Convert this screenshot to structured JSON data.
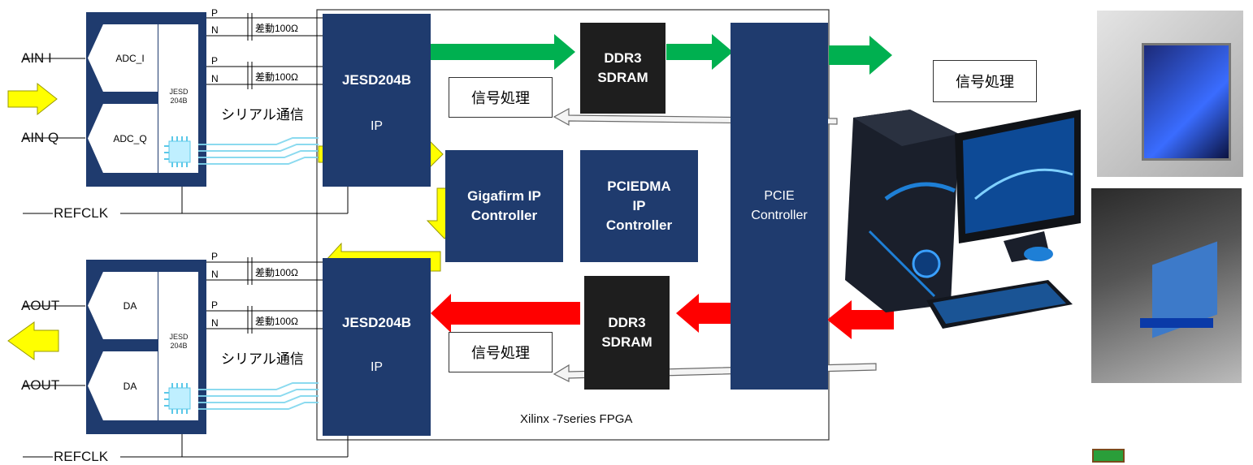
{
  "inputs": {
    "ain_i": "AIN I",
    "ain_q": "AIN Q",
    "refclk": "REFCLK"
  },
  "outputs": {
    "aout_1": "AOUT",
    "aout_2": "AOUT",
    "refclk": "REFCLK"
  },
  "adc_block": {
    "adc_i": "ADC_I",
    "adc_q": "ADC_Q",
    "jesd": "JESD\n204B"
  },
  "dac_block": {
    "da_1": "DA",
    "da_2": "DA",
    "jesd": "JESD\n204B"
  },
  "lanes": {
    "p": "P",
    "n": "N",
    "diff": "差動100Ω",
    "serial": "シリアル通信"
  },
  "fpga": {
    "caption": "Xilinx -7series FPGA",
    "jesd_top": "JESD204B",
    "jesd_top_ip": "IP",
    "jesd_bottom": "JESD204B",
    "jesd_bottom_ip": "IP",
    "ddr_top": "DDR3\nSDRAM",
    "ddr_bottom": "DDR3\nSDRAM",
    "gigafirm": "Gigafirm IP\nController",
    "pciedma": "PCIEDMA\nIP\nController",
    "pcie": "PCIE\nController",
    "sig_top": "信号処理",
    "sig_bottom": "信号処理"
  },
  "pc": {
    "sig": "信号処理"
  },
  "colors": {
    "block": "#1f3b6e",
    "ddr": "#1e1e1e",
    "arrow_green": "#00b050",
    "arrow_red": "#ff0000",
    "arrow_yellow": "#ffff00"
  },
  "icons": [
    "yellow-arrow-icon",
    "green-arrow-icon",
    "red-arrow-icon",
    "computer-icon",
    "chip-icon"
  ]
}
